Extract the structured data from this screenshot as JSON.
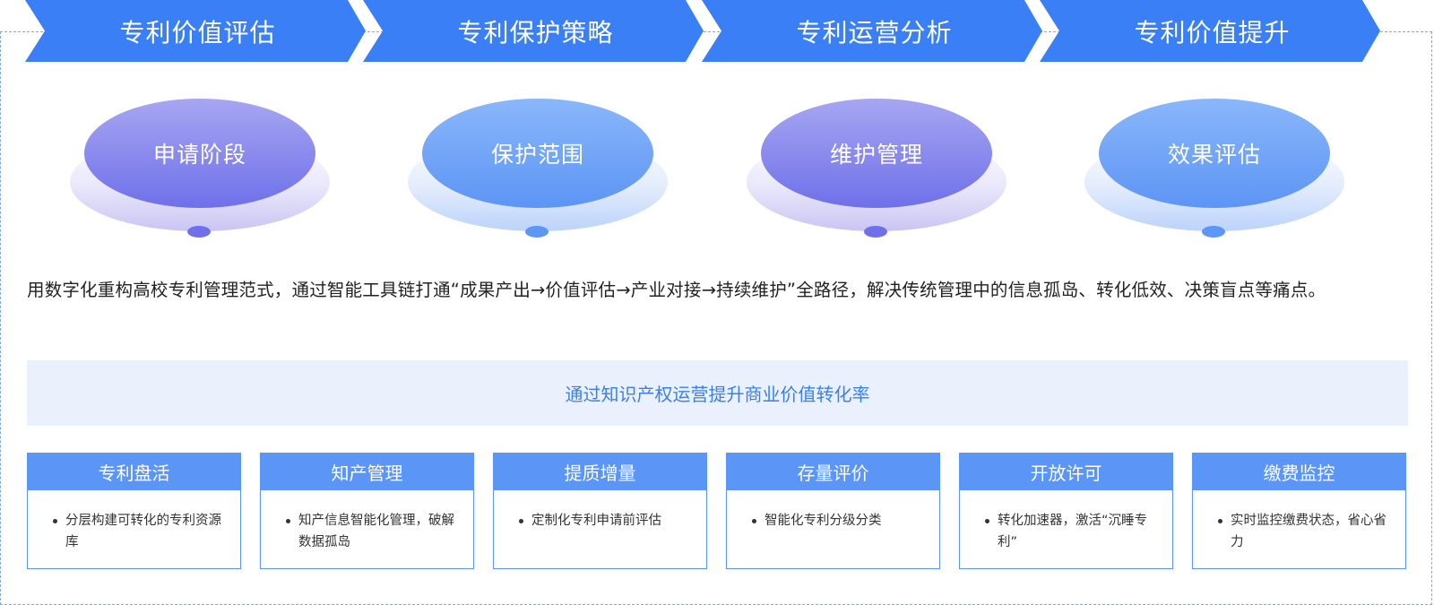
{
  "banners": [
    "专利价值评估",
    "专利保护策略",
    "专利运营分析",
    "专利价值提升"
  ],
  "stages": [
    {
      "label": "申请阶段",
      "tone": "purple"
    },
    {
      "label": "保护范围",
      "tone": "blue"
    },
    {
      "label": "维护管理",
      "tone": "purple"
    },
    {
      "label": "效果评估",
      "tone": "blue"
    }
  ],
  "description": "用数字化重构高校专利管理范式，通过智能工具链打通“成果产出→价值评估→产业对接→持续维护”全路径，解决传统管理中的信息孤岛、转化低效、决策盲点等痛点。",
  "strip_title": "通过知识产权运营提升商业价值转化率",
  "cards": [
    {
      "title": "专利盘活",
      "item": "分层构建可转化的专利资源库"
    },
    {
      "title": "知产管理",
      "item": "知产信息智能化管理，破解数据孤岛"
    },
    {
      "title": "提质增量",
      "item": "定制化专利申请前评估"
    },
    {
      "title": "存量评价",
      "item": "智能化专利分级分类"
    },
    {
      "title": "开放许可",
      "item": "转化加速器，激活“沉睡专利”"
    },
    {
      "title": "缴费监控",
      "item": "实时监控缴费状态，省心省力"
    }
  ],
  "colors": {
    "banner_blue": "#3a7ff6",
    "purple": "#6f70ea",
    "blue": "#5b95f5",
    "strip_bg": "#eaf1fd",
    "strip_text": "#3a7ff0"
  }
}
